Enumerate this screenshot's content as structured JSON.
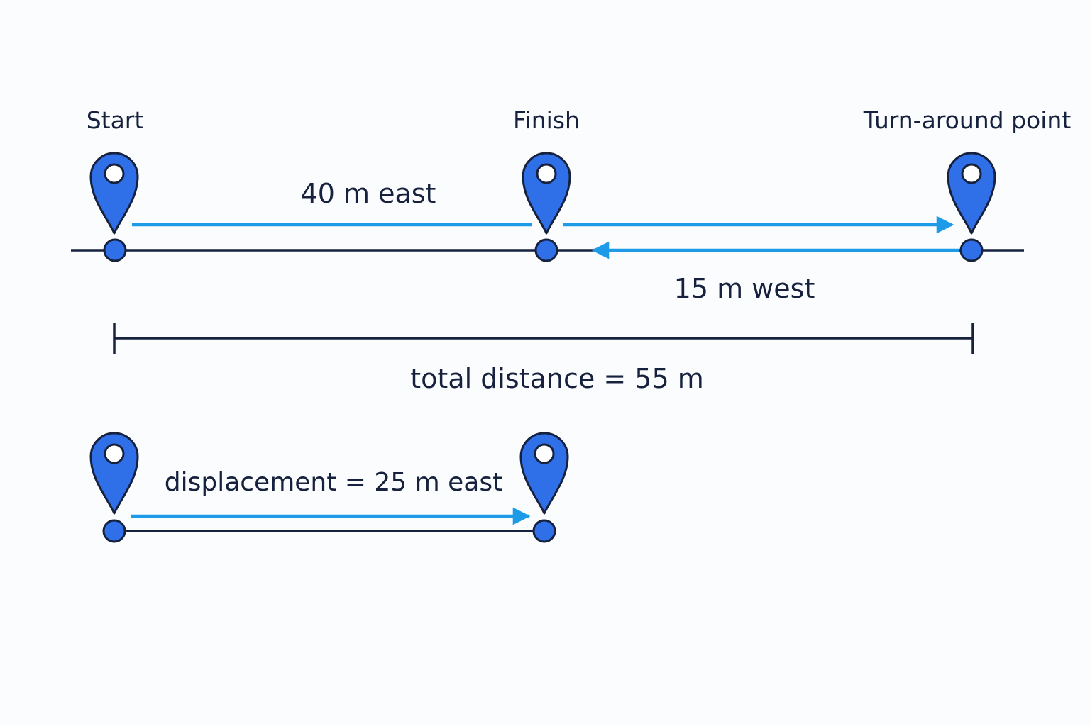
{
  "points": {
    "start": "Start",
    "finish": "Finish",
    "turnaround": "Turn-around point"
  },
  "segments": {
    "east_leg": "40 m east",
    "west_leg": "15 m west"
  },
  "summary": {
    "total_distance": "total distance = 55 m",
    "displacement": "displacement = 25 m east"
  },
  "colors": {
    "marker": "#2f6fe8",
    "outline": "#16213d",
    "arrow": "#1e9be8",
    "background": "#fbfcfe"
  }
}
